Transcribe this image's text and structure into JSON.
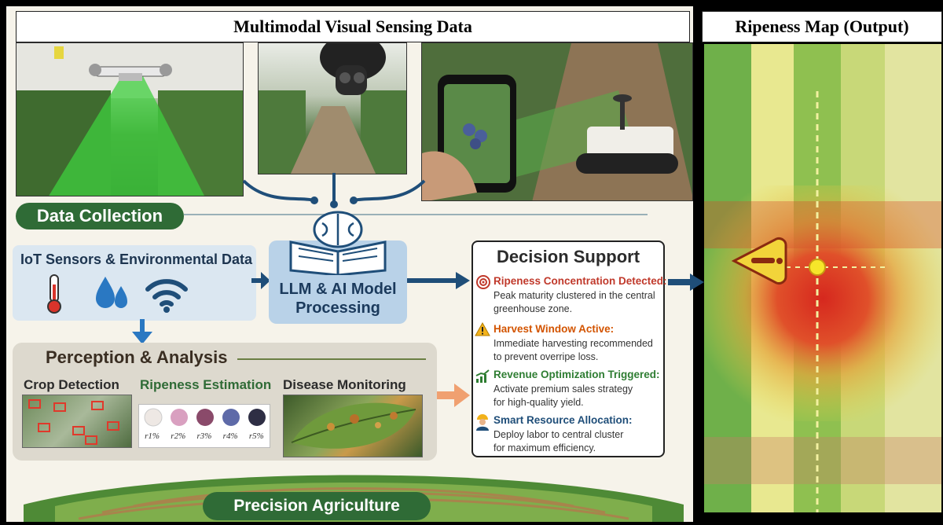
{
  "left_header": {
    "title": "Multimodal Visual Sensing Data"
  },
  "right_header": {
    "title": "Ripeness Map (Output)"
  },
  "data_collection": {
    "label": "Data Collection"
  },
  "iot": {
    "title": "IoT Sensors & Environmental Data",
    "icons": [
      "thermometer-icon",
      "water-drops-icon",
      "wifi-icon"
    ]
  },
  "llm": {
    "line1": "LLM & AI Model",
    "line2": "Processing",
    "icon": "brain-book-icon"
  },
  "perception": {
    "title": "Perception & Analysis",
    "crop_detection": "Crop Detection",
    "ripeness_estimation": "Ripeness Estimation",
    "disease_monitoring": "Disease Monitoring",
    "ripeness_levels": [
      "r1%",
      "r2%",
      "r3%",
      "r4%",
      "r5%"
    ]
  },
  "decision": {
    "title": "Decision Support",
    "items": [
      {
        "heading": "Ripeness Concentration Detected:",
        "line1": "Peak maturity clustered in the central",
        "line2": "greenhouse zone.",
        "color": "#c0392b",
        "icon": "target-icon"
      },
      {
        "heading": "Harvest Window Active:",
        "line1": "Immediate harvesting recommended",
        "line2": "to prevent overripe loss.",
        "color": "#d35400",
        "icon": "warning-icon"
      },
      {
        "heading": "Revenue Optimization Triggered:",
        "line1": "Activate premium sales strategy",
        "line2": "for high-quality yield.",
        "color": "#2e7d32",
        "icon": "growth-chart-icon"
      },
      {
        "heading": "Smart Resource Allocation:",
        "line1": "Deploy labor to central cluster",
        "line2": "for maximum efficiency.",
        "color": "#1f4e79",
        "icon": "worker-icon"
      }
    ]
  },
  "bottom": {
    "label": "Precision Agriculture"
  },
  "colors": {
    "green_label": "#2f6b36",
    "arrow_blue": "#1f4e79",
    "arrow_orange": "#f0a070"
  }
}
